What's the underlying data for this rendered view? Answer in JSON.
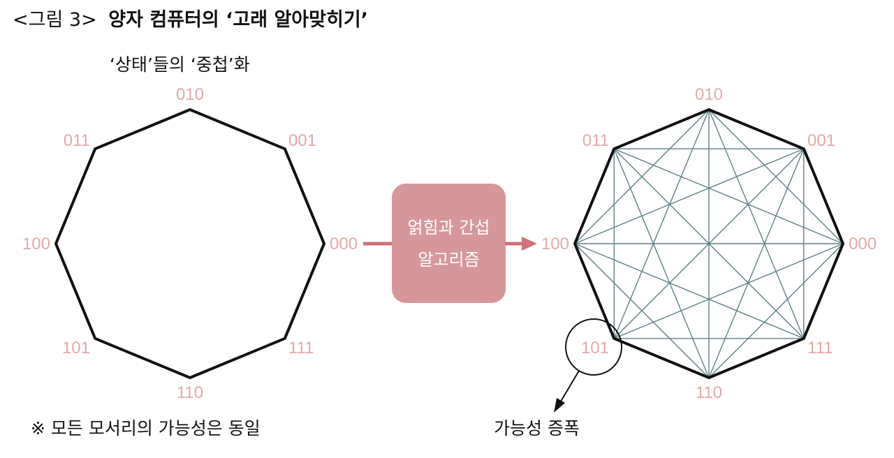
{
  "title": {
    "prefix": "<그림 3>",
    "main": "양자 컴퓨터의 ‘고래 알아맞히기’"
  },
  "subtitle": "‘상태’들의 ‘중첩’화",
  "left_graph": {
    "labels": [
      "000",
      "001",
      "010",
      "011",
      "100",
      "101",
      "110",
      "111"
    ]
  },
  "right_graph": {
    "labels": [
      "000",
      "001",
      "010",
      "011",
      "100",
      "101",
      "110",
      "111"
    ],
    "edge_color": "#5e7f84",
    "highlighted_vertex": "101"
  },
  "process_box": {
    "line1": "얽힘과 간섭",
    "line2": "알고리즘",
    "color": "#d6979a"
  },
  "arrow_color": "#cf7177",
  "note": "※ 모든 모서리의 가능성은 동일",
  "callout": "가능성 증폭"
}
